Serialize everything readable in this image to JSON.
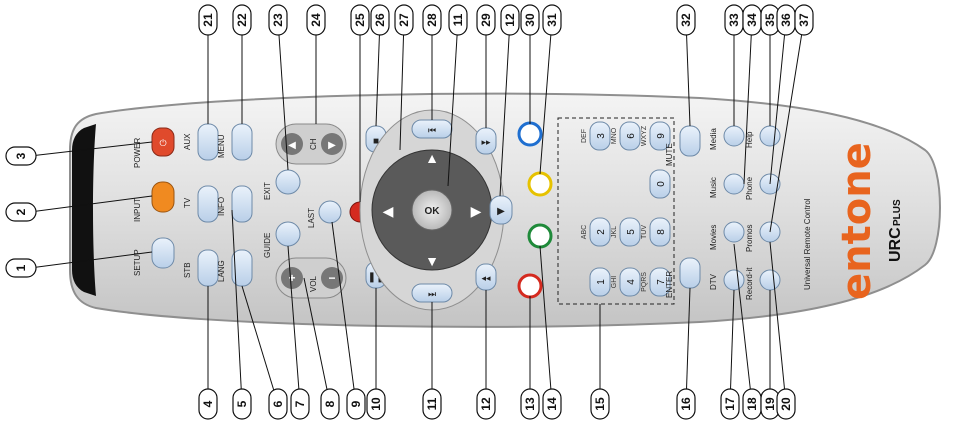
{
  "remote": {
    "brand": "entone",
    "model_prefix": "URC",
    "model_suffix": "PLUS",
    "tagline": "Universal Remote Control"
  },
  "colors": {
    "body": "#dcdcdc",
    "body_edge": "#9a9a9a",
    "red": "#d42a1f",
    "yellow": "#e6c200",
    "green": "#1f8a3a",
    "blue": "#1f6fd0",
    "power": "#e04a2c",
    "input": "#f08a20",
    "button": "#cfe0f2"
  },
  "button_labels": {
    "power": "POWER",
    "input": "INPUT",
    "setup": "SETUP",
    "aux": "AUX",
    "tv": "TV",
    "stb": "STB",
    "menu": "MENU",
    "info": "INFO",
    "lang": "LANG",
    "exit": "EXIT",
    "guide": "GUIDE",
    "ch": "CH",
    "last": "LAST",
    "vol": "VOL",
    "ok": "OK",
    "mute": "MUTE",
    "enter": "ENTER",
    "media": "Media",
    "music": "Music",
    "movies": "Movies",
    "dtv": "DTV",
    "help": "Help",
    "phone": "Phone",
    "promos": "Promos",
    "record": "Record-it"
  },
  "keypad": [
    {
      "digit": "1",
      "letters": ""
    },
    {
      "digit": "2",
      "letters": "ABC"
    },
    {
      "digit": "3",
      "letters": "DEF"
    },
    {
      "digit": "4",
      "letters": "GHI"
    },
    {
      "digit": "5",
      "letters": "JKL"
    },
    {
      "digit": "6",
      "letters": "MNO"
    },
    {
      "digit": "7",
      "letters": "PQRS"
    },
    {
      "digit": "8",
      "letters": "TUV"
    },
    {
      "digit": "9",
      "letters": "WXYZ"
    },
    {
      "digit": "0",
      "letters": ""
    }
  ],
  "callouts_top": [
    "21",
    "22",
    "23",
    "24",
    "25",
    "26",
    "27",
    "28",
    "11",
    "29",
    "12",
    "30",
    "31",
    "32",
    "33",
    "34",
    "35",
    "36",
    "37"
  ],
  "callouts_left": [
    "3",
    "2",
    "1"
  ],
  "callouts_bottom": [
    "4",
    "5",
    "6",
    "7",
    "8",
    "9",
    "10",
    "11",
    "12",
    "13",
    "14",
    "15",
    "16",
    "17",
    "18",
    "19",
    "20"
  ]
}
